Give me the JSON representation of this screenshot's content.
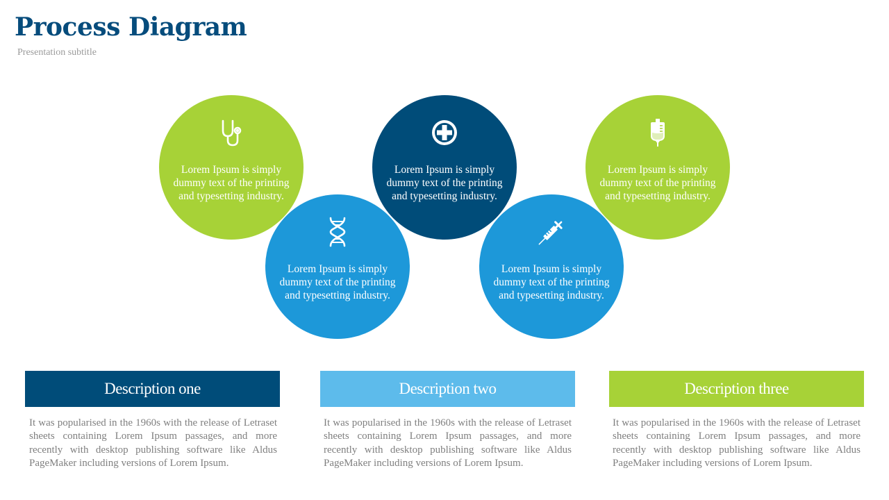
{
  "slide": {
    "title": "Process Diagram",
    "subtitle": "Presentation subtitle"
  },
  "colors": {
    "title": "#064c7c",
    "green": "#a7d237",
    "navy": "#004c79",
    "blue": "#1d98d9",
    "light_blue": "#5dbbeb",
    "body_text": "#7f7f7f",
    "subtitle_text": "#9a9a9a"
  },
  "circles": [
    {
      "icon": "stethoscope-icon",
      "color": "#a7d237",
      "text": "Lorem Ipsum is simply dummy text of the printing and typesetting industry."
    },
    {
      "icon": "medical-cross-icon",
      "color": "#004c79",
      "text": "Lorem Ipsum is simply dummy text of the printing and typesetting industry."
    },
    {
      "icon": "iv-bag-icon",
      "color": "#a7d237",
      "text": "Lorem Ipsum is simply dummy text of the printing and typesetting industry."
    },
    {
      "icon": "dna-icon",
      "color": "#1d98d9",
      "text": "Lorem Ipsum is simply dummy text of the printing and typesetting industry."
    },
    {
      "icon": "syringe-icon",
      "color": "#1d98d9",
      "text": "Lorem Ipsum is simply dummy text of the printing and typesetting industry."
    }
  ],
  "descriptions": [
    {
      "heading": "Description one",
      "color": "#004c79",
      "body": "It was popularised in the 1960s with the release of Letraset sheets containing Lorem Ipsum passages, and more recently with desktop publishing software like Aldus PageMaker including versions of Lorem Ipsum."
    },
    {
      "heading": "Description two",
      "color": "#5dbbeb",
      "body": "It was popularised in the 1960s with the release of Letraset sheets containing Lorem Ipsum passages, and more recently with desktop publishing software like Aldus PageMaker including versions of Lorem Ipsum."
    },
    {
      "heading": "Description three",
      "color": "#a7d237",
      "body": "It was popularised in the 1960s with the release of Letraset sheets containing Lorem Ipsum passages, and more recently with desktop publishing software like Aldus PageMaker including versions of Lorem Ipsum."
    }
  ]
}
